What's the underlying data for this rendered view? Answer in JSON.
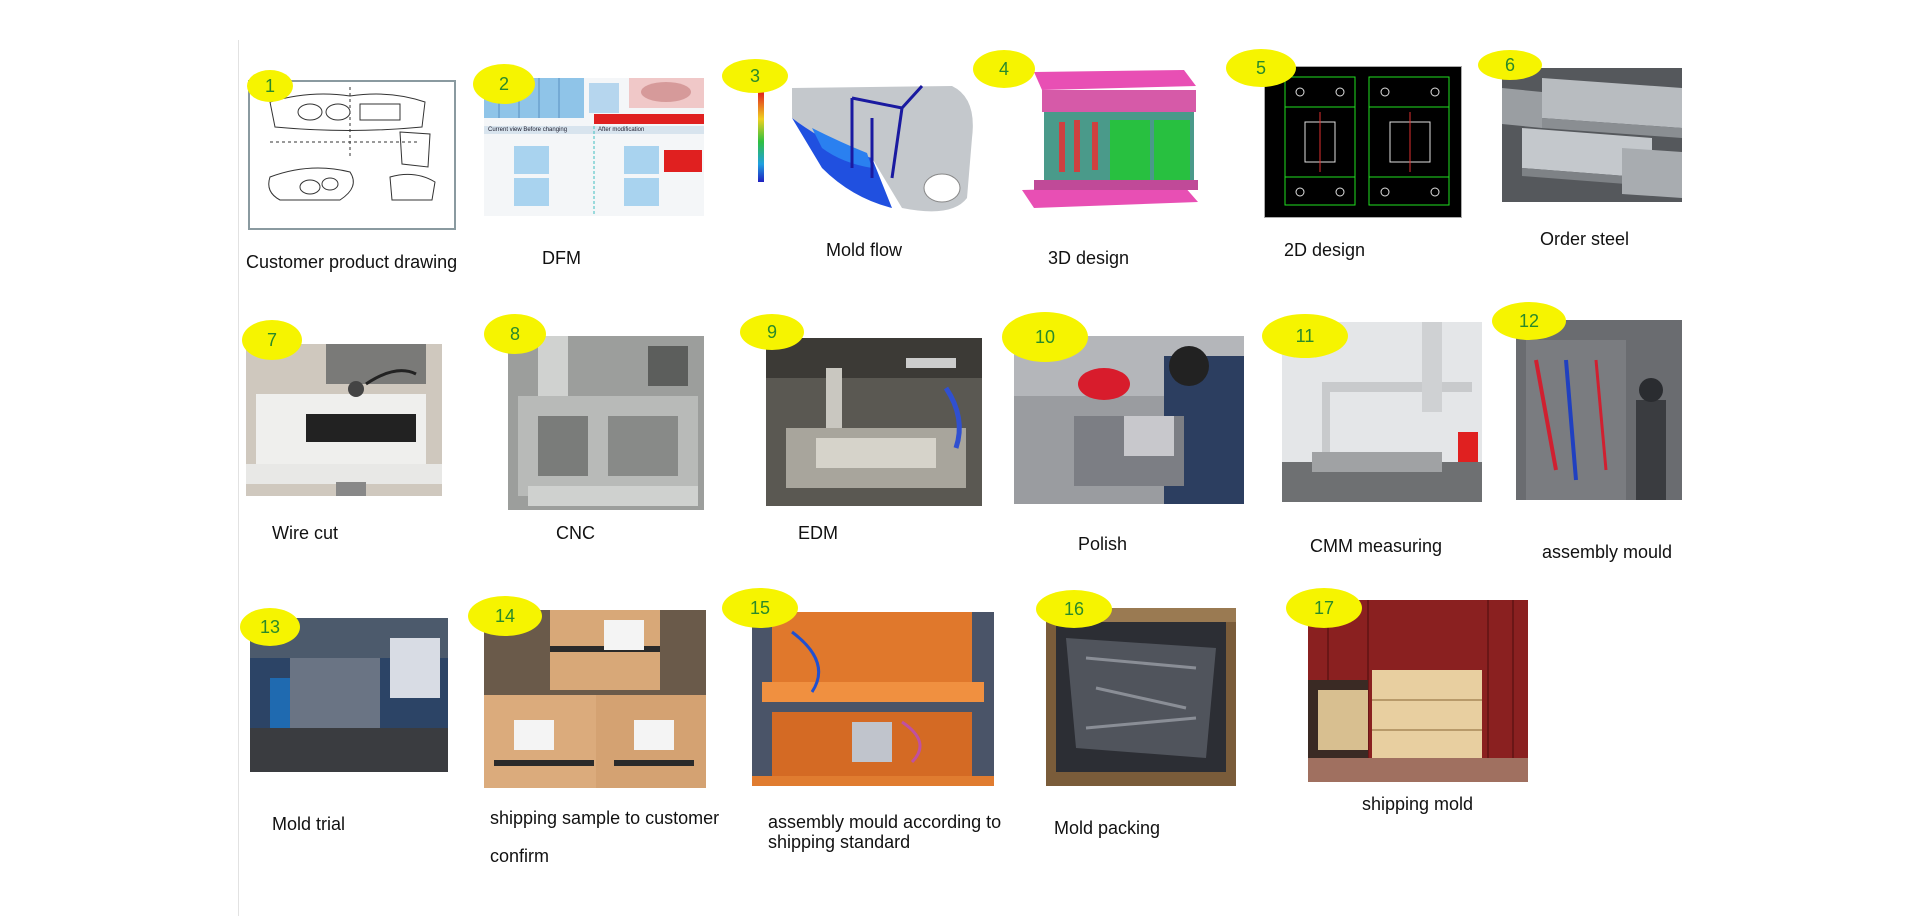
{
  "steps": [
    {
      "number": "1",
      "caption": "Customer product drawing"
    },
    {
      "number": "2",
      "caption": "DFM",
      "dfm_labels": [
        "Current view  Before changing",
        "After modification"
      ]
    },
    {
      "number": "3",
      "caption": "Mold flow"
    },
    {
      "number": "4",
      "caption": "3D design"
    },
    {
      "number": "5",
      "caption": "2D design"
    },
    {
      "number": "6",
      "caption": "Order steel"
    },
    {
      "number": "7",
      "caption": "Wire cut"
    },
    {
      "number": "8",
      "caption": "CNC"
    },
    {
      "number": "9",
      "caption": "EDM"
    },
    {
      "number": "10",
      "caption": "Polish"
    },
    {
      "number": "11",
      "caption": "CMM measuring"
    },
    {
      "number": "12",
      "caption": "assembly mould"
    },
    {
      "number": "13",
      "caption": "Mold trial"
    },
    {
      "number": "14",
      "caption_line1": "shipping sample to customer",
      "caption_line2": "confirm"
    },
    {
      "number": "15",
      "caption_line1": "assembly mould according to",
      "caption_line2": "shipping standard"
    },
    {
      "number": "16",
      "caption": "Mold packing"
    },
    {
      "number": "17",
      "caption": "shipping mold"
    }
  ],
  "colors": {
    "badge": "#f6f400",
    "badge_text": "#2a8a2a",
    "caption": "#111111"
  }
}
